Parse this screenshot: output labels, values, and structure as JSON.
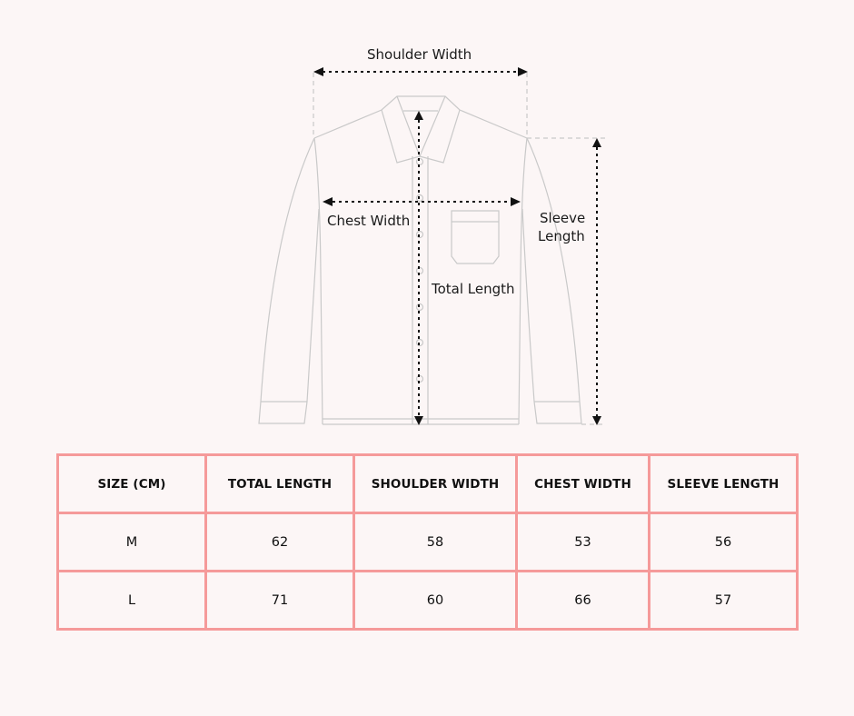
{
  "diagram": {
    "labels": {
      "shoulder_width": "Shoulder Width",
      "chest_width": "Chest Width",
      "total_length": "Total Length",
      "sleeve_length_line1": "Sleeve",
      "sleeve_length_line2": "Length"
    },
    "colors": {
      "outline": "#c8c8c8",
      "arrow": "#111111",
      "guide": "#c8c8c8"
    }
  },
  "size_table": {
    "headers": [
      "SIZE (CM)",
      "TOTAL LENGTH",
      "SHOULDER WIDTH",
      "CHEST WIDTH",
      "SLEEVE LENGTH"
    ],
    "rows": [
      [
        "M",
        "62",
        "58",
        "53",
        "56"
      ],
      [
        "L",
        "71",
        "60",
        "66",
        "57"
      ]
    ],
    "border_color": "#f59a9a",
    "background": "#fcf6f6"
  }
}
